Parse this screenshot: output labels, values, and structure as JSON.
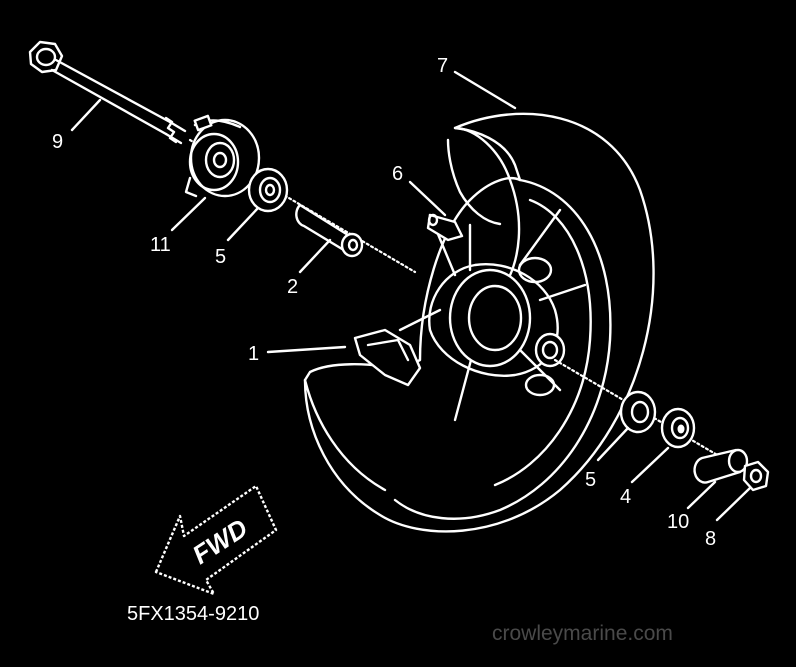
{
  "parts": [
    {
      "number": "1"
    },
    {
      "number": "2"
    },
    {
      "number": "4"
    },
    {
      "number": "5"
    },
    {
      "number": "5"
    },
    {
      "number": "6"
    },
    {
      "number": "7"
    },
    {
      "number": "8"
    },
    {
      "number": "9"
    },
    {
      "number": "10"
    },
    {
      "number": "11"
    }
  ],
  "direction_arrow": {
    "label": "FWD"
  },
  "diagram_code": "5FX1354-9210",
  "watermark": "crowleymarine.com"
}
